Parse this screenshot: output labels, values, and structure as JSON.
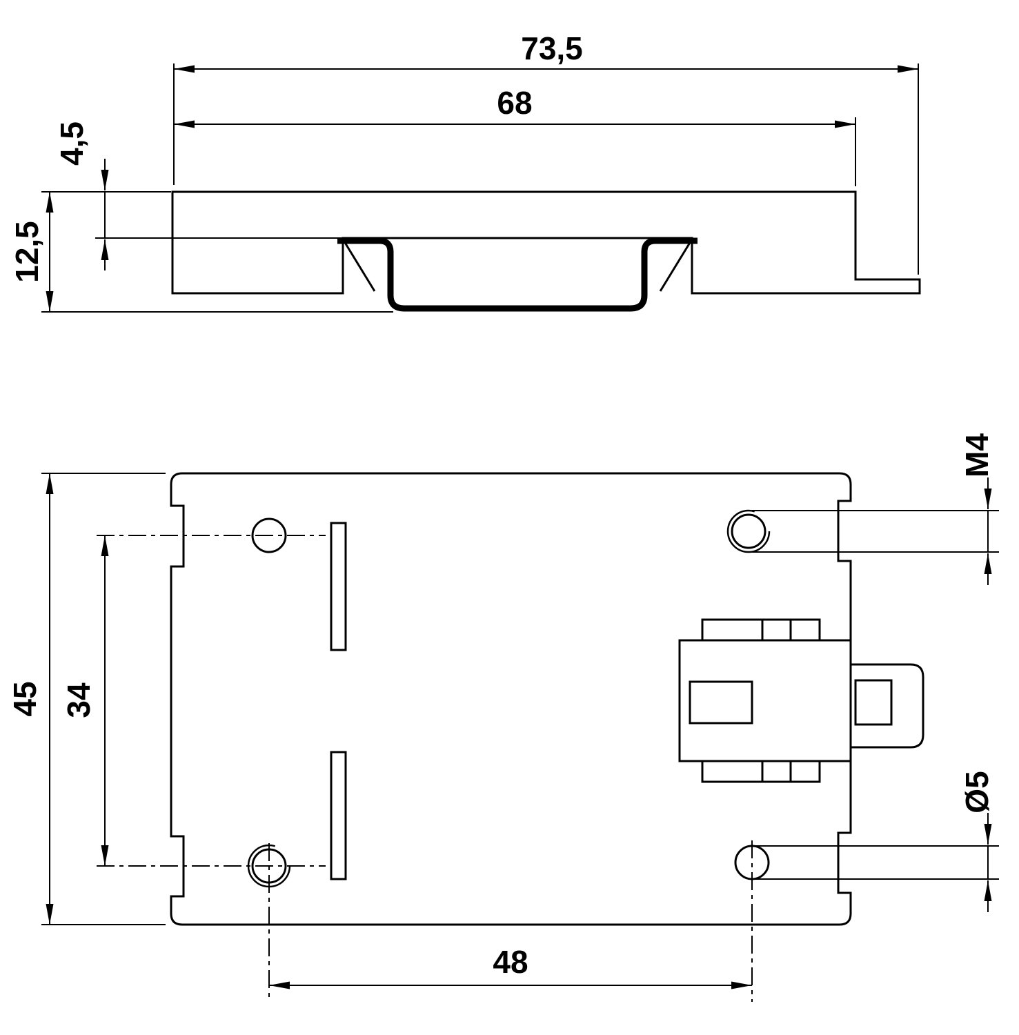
{
  "drawing": {
    "type": "technical-dimension-drawing",
    "background_color": "#ffffff",
    "line_color": "#000000",
    "side_view": {
      "overall_width": "73,5",
      "inner_width": "68",
      "step_depth": "4,5",
      "overall_thickness": "12,5"
    },
    "plan_view": {
      "overall_depth": "45",
      "hole_row_spacing": "34",
      "hole_column_spacing": "48",
      "thread_label": "M4",
      "hole_diameter_label": "Ø5"
    }
  }
}
